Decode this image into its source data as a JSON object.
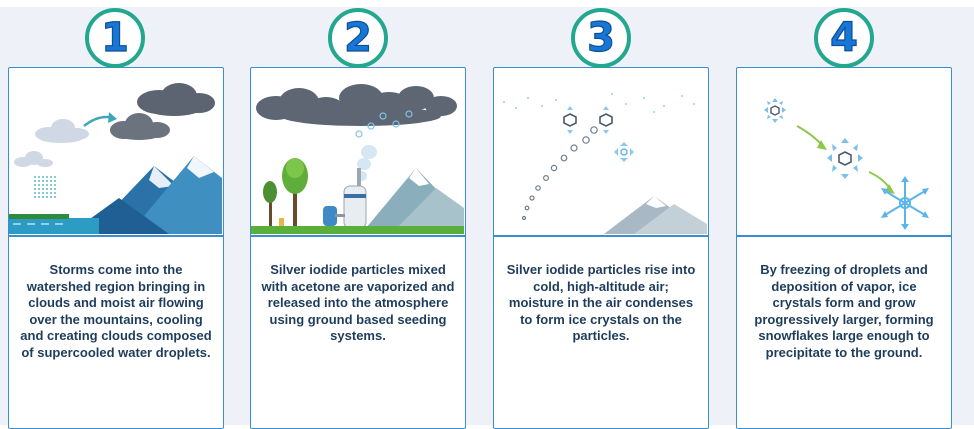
{
  "steps": [
    {
      "number": "1",
      "text": "Storms come into the watershed region bringing in clouds and moist air flowing over the mountains, cooling and creating clouds composed of supercooled water droplets.",
      "illustration": "storm-clouds-over-mountains-icon"
    },
    {
      "number": "2",
      "text": "Silver iodide particles mixed with acetone are vaporized and released into the atmosphere using ground based seeding systems.",
      "illustration": "ground-seeding-generator-icon"
    },
    {
      "number": "3",
      "text": "Silver iodide particles rise into cold, high-altitude air; moisture in the air condenses to form ice crystals on the particles.",
      "illustration": "rising-particles-icon"
    },
    {
      "number": "4",
      "text": "By freezing of droplets and deposition of vapor, ice crystals form and grow progressively larger, forming snowflakes large enough to precipitate to the ground.",
      "illustration": "growing-snowflakes-icon"
    }
  ],
  "colors": {
    "badge_ring": "#23a88f",
    "badge_number": "#1677d6",
    "card_border": "#3a8fd0",
    "text": "#1e3d5c",
    "background": "#eef1f8"
  }
}
